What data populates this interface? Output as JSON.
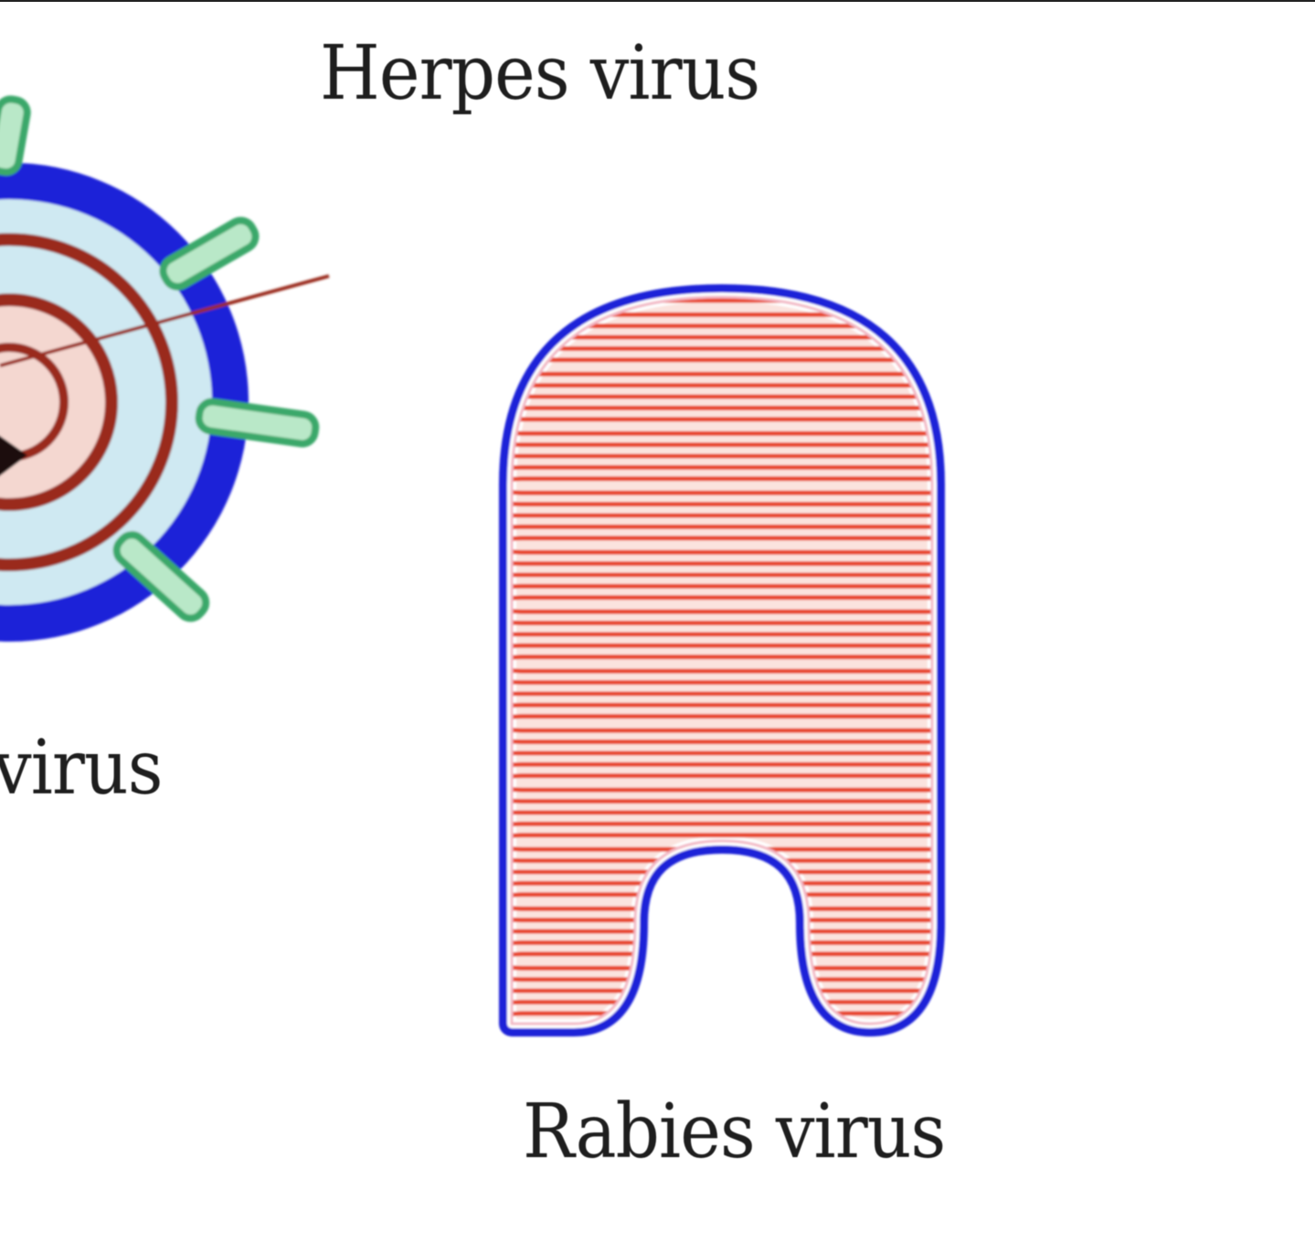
{
  "labels": {
    "herpes": "Herpes virus",
    "rabies": "Rabies virus",
    "partial_left": "virus"
  },
  "colors": {
    "envelope_blue": "#1b22d8",
    "tegument_light_blue": "#cfe9f2",
    "capsid_brown": "#9a2a1c",
    "spike_green": "#3aa86a",
    "spike_green_light": "#b9e8c8",
    "nucleocapsid_red": "#e8472e",
    "nucleocapsid_fill": "#fbe3de",
    "core_black": "#1a0a0a",
    "text": "#1e1e1e"
  },
  "icons": {
    "herpes_virion": "herpes-virion-icon",
    "rabies_virion": "rabies-virion-icon"
  }
}
